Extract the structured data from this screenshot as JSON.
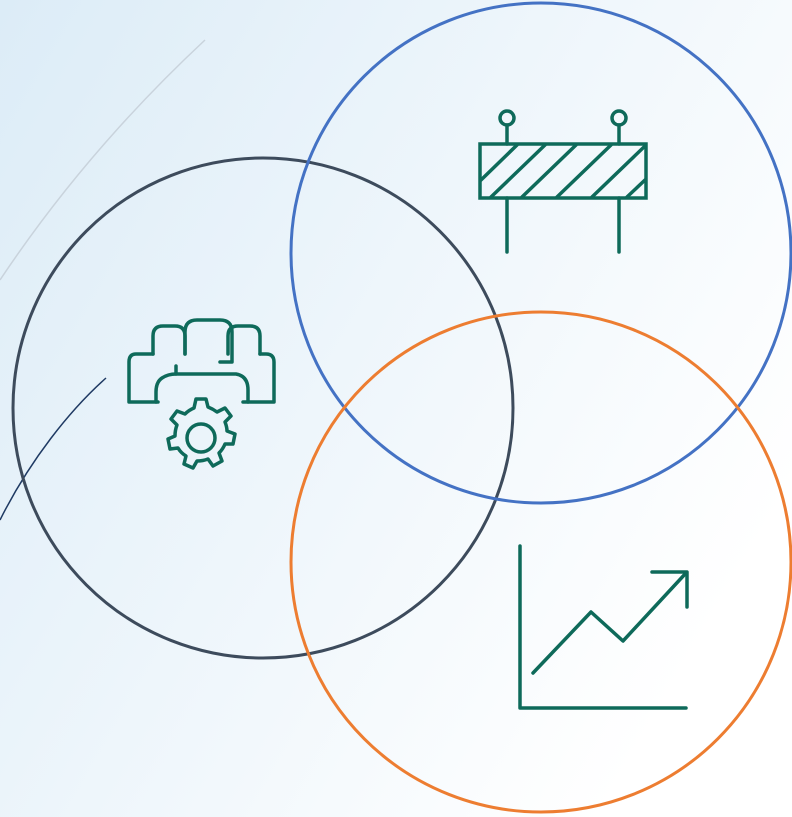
{
  "colors": {
    "background_start": "#dcecf7",
    "background_end": "#ffffff",
    "circle_left": "#3d4b5c",
    "circle_top_right": "#4472c4",
    "circle_bottom_right": "#ed7d31",
    "icon": "#0e6a5a",
    "deco_line_light": "#c9d3dc",
    "deco_line_dark": "#1f3a63"
  },
  "circles": [
    {
      "id": "people-settings",
      "icon": "people-gear-icon"
    },
    {
      "id": "barrier",
      "icon": "road-barrier-icon"
    },
    {
      "id": "growth",
      "icon": "line-chart-up-icon"
    }
  ]
}
